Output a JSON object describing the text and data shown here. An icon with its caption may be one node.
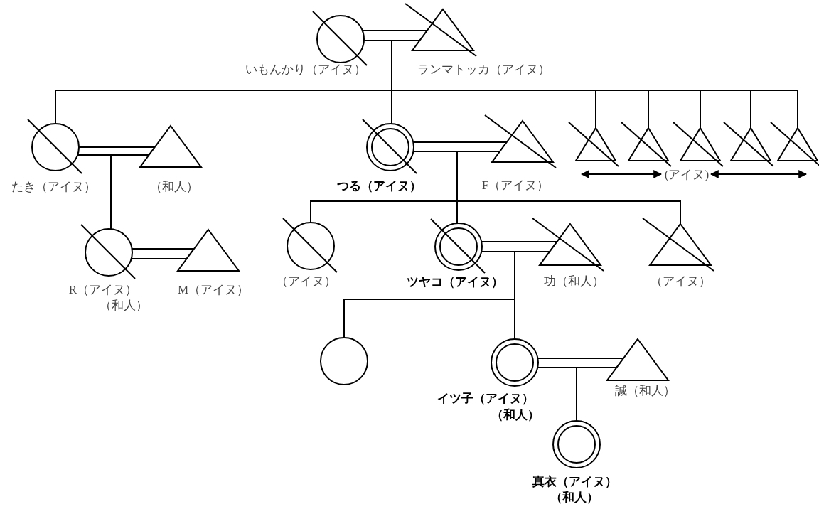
{
  "diagram": {
    "nodes": [
      {
        "text": [],
        "shape": "circle",
        "beside": [
          "いもんかり（アイヌ）"
        ]
      },
      {
        "text": [],
        "shape": "triangle",
        "beside": [
          "ランマトッカ（アイヌ）"
        ]
      },
      {
        "text": [],
        "shape": "circle",
        "beside": [
          "たき（アイヌ）"
        ]
      },
      {
        "text": [],
        "shape": "triangle",
        "beside": [
          "（和人）"
        ]
      },
      {
        "text": [],
        "shape": "doublecircle",
        "beside": [
          "つる（アイヌ）"
        ]
      },
      {
        "text": [],
        "shape": "triangle",
        "beside": [
          "F（アイヌ）"
        ]
      },
      {
        "text": [],
        "shape": "triangle"
      },
      {
        "text": [],
        "shape": "triangle"
      },
      {
        "text": [],
        "shape": "triangle"
      },
      {
        "text": [],
        "shape": "triangle"
      },
      {
        "text": [],
        "shape": "triangle"
      },
      {
        "text": [],
        "shape": "circle",
        "beside": [
          "R（アイヌ）",
          "（和人）"
        ]
      },
      {
        "text": [],
        "shape": "triangle",
        "beside": [
          "M（アイヌ）"
        ]
      },
      {
        "text": [],
        "shape": "circle",
        "beside": [
          "（アイヌ）"
        ]
      },
      {
        "text": [],
        "shape": "doublecircle",
        "beside": [
          "ツヤコ（アイヌ）"
        ]
      },
      {
        "text": [],
        "shape": "triangle",
        "beside": [
          "功（和人）"
        ]
      },
      {
        "text": [],
        "shape": "triangle",
        "beside": [
          "（アイヌ）"
        ]
      },
      {
        "text": [],
        "shape": "circle"
      },
      {
        "text": [],
        "shape": "doublecircle",
        "beside": [
          "イツ子（アイヌ）",
          "（和人）"
        ]
      },
      {
        "text": [],
        "shape": "triangle",
        "beside": [
          "誠（和人）"
        ]
      },
      {
        "text": [],
        "shape": "doublecircle",
        "beside": [
          "真衣（アイヌ）",
          "（和人）"
        ]
      }
    ],
    "edges": [
      {
        "from": 0,
        "to": 1,
        "arrow": "none"
      },
      {
        "from": 2,
        "to": 3,
        "arrow": "none"
      },
      {
        "from": 4,
        "to": 5,
        "arrow": "none"
      },
      {
        "from": 11,
        "to": 12,
        "arrow": "none"
      },
      {
        "from": 14,
        "to": 15,
        "arrow": "none"
      },
      {
        "from": 18,
        "to": 19,
        "arrow": "none"
      },
      {
        "from": 0,
        "to": 2,
        "arrow": "none"
      },
      {
        "from": 0,
        "to": 4,
        "arrow": "none"
      },
      {
        "from": 0,
        "to": 6,
        "arrow": "none"
      },
      {
        "from": 0,
        "to": 7,
        "arrow": "none"
      },
      {
        "from": 0,
        "to": 8,
        "arrow": "none"
      },
      {
        "from": 0,
        "to": 9,
        "arrow": "none"
      },
      {
        "from": 0,
        "to": 10,
        "arrow": "none"
      },
      {
        "from": 2,
        "to": 11,
        "arrow": "none"
      },
      {
        "from": 4,
        "to": 13,
        "arrow": "none"
      },
      {
        "from": 4,
        "to": 14,
        "arrow": "none"
      },
      {
        "from": 4,
        "to": 16,
        "arrow": "none"
      },
      {
        "from": 14,
        "to": 17,
        "arrow": "none"
      },
      {
        "from": 14,
        "to": 18,
        "arrow": "none"
      },
      {
        "from": 18,
        "to": 20,
        "arrow": "none"
      },
      {
        "from": 6,
        "to": 7,
        "arrow": "both"
      },
      {
        "from": 9,
        "to": 10,
        "arrow": "both"
      }
    ],
    "labels": [
      "(アイヌ)"
    ]
  }
}
